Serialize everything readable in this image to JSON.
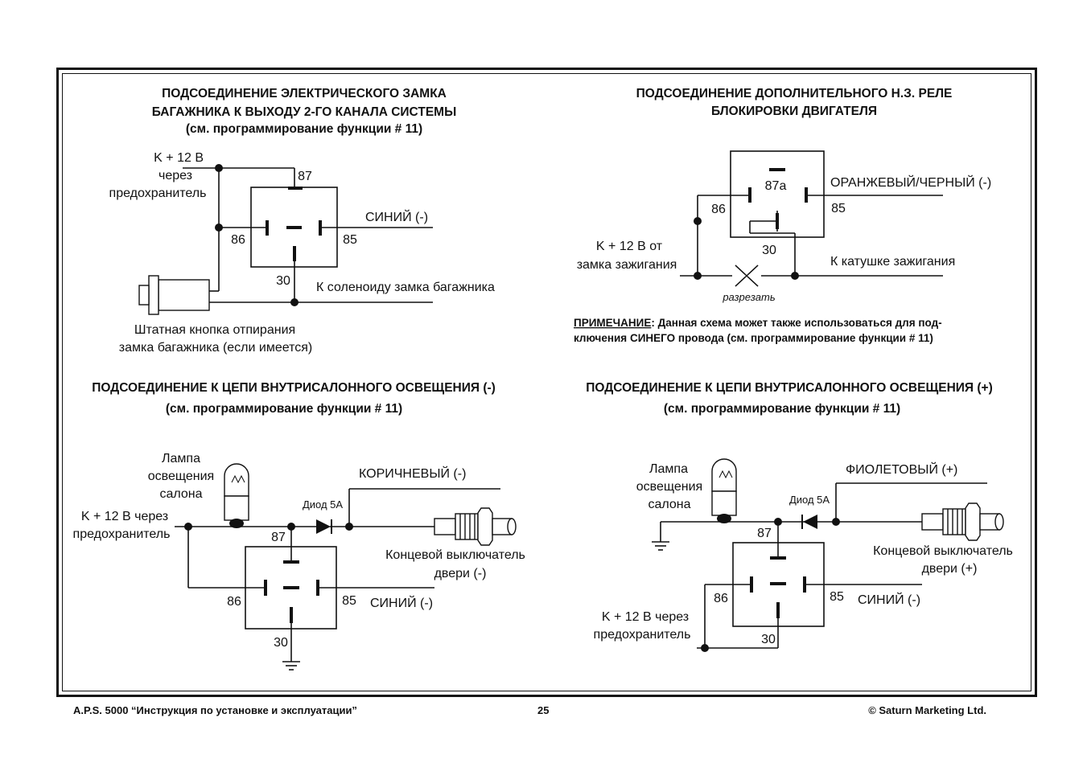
{
  "sections": {
    "trunk": {
      "title_lines": [
        "ПОДСОЕДИНЕНИЕ ЭЛЕКТРИЧЕСКОГО ЗАМКА",
        "БАГАЖНИКА К ВЫХОДУ 2-ГО КАНАЛА СИСТЕМЫ",
        "(см. программирование функции # 11)"
      ],
      "power_lines": [
        "K + 12 В",
        "через",
        "предохранитель"
      ],
      "pin_87": "87",
      "pin_86": "86",
      "pin_85": "85",
      "pin_30": "30",
      "wire_85": "СИНИЙ (-)",
      "wire_30": "К соленоиду замка багажника",
      "button_lines": [
        "Штатная кнопка отпирания",
        "замка багажника (если имеется)"
      ]
    },
    "immobilizer": {
      "title_lines": [
        "ПОДСОЕДИНЕНИЕ ДОПОЛНИТЕЛЬНОГО Н.З. РЕЛЕ",
        "БЛОКИРОВКИ ДВИГАТЕЛЯ"
      ],
      "pin_87a": "87a",
      "pin_86": "86",
      "pin_85": "85",
      "pin_30": "30",
      "wire_85": "ОРАНЖЕВЫЙ/ЧЕРНЫЙ (-)",
      "power_lines": [
        "K + 12 В от",
        "замка зажигания"
      ],
      "coil": "К катушке зажигания",
      "cut": "разрезать",
      "note_label": "ПРИМЕЧАНИЕ",
      "note_text_1": ": Данная схема может также использоваться для под-",
      "note_text_2": "ключения СИНЕГО провода (см. программирование функции # 11)"
    },
    "light_neg": {
      "title": "ПОДСОЕДИНЕНИЕ К ЦЕПИ ВНУТРИСАЛОННОГО ОСВЕЩЕНИЯ (-)",
      "subtitle": "(см. программирование функции # 11)",
      "lamp_lines": [
        "Лампа",
        "освещения",
        "салона"
      ],
      "power_lines": [
        "K + 12 В через",
        "предохранитель"
      ],
      "diode": "Диод 5А",
      "wire_top": "КОРИЧНЕВЫЙ (-)",
      "switch_lines": [
        "Концевой выключатель",
        "двери (-)"
      ],
      "pin_87": "87",
      "pin_86": "86",
      "pin_85": "85",
      "pin_30": "30",
      "wire_85": "СИНИЙ (-)"
    },
    "light_pos": {
      "title": "ПОДСОЕДИНЕНИЕ К ЦЕПИ ВНУТРИСАЛОННОГО ОСВЕЩЕНИЯ (+)",
      "subtitle": "(см. программирование функции # 11)",
      "lamp_lines": [
        "Лампа",
        "освещения",
        "салона"
      ],
      "diode": "Диод 5А",
      "wire_top": "ФИОЛЕТОВЫЙ (+)",
      "switch_lines": [
        "Концевой выключатель",
        "двери (+)"
      ],
      "power_lines": [
        "K + 12 В через",
        "предохранитель"
      ],
      "pin_87": "87",
      "pin_86": "86",
      "pin_85": "85",
      "pin_30": "30",
      "wire_85": "СИНИЙ (-)"
    }
  },
  "footer": {
    "left": "A.P.S. 5000 “Инструкция по установке и эксплуатации”",
    "page": "25",
    "right": "© Saturn Marketing Ltd."
  }
}
